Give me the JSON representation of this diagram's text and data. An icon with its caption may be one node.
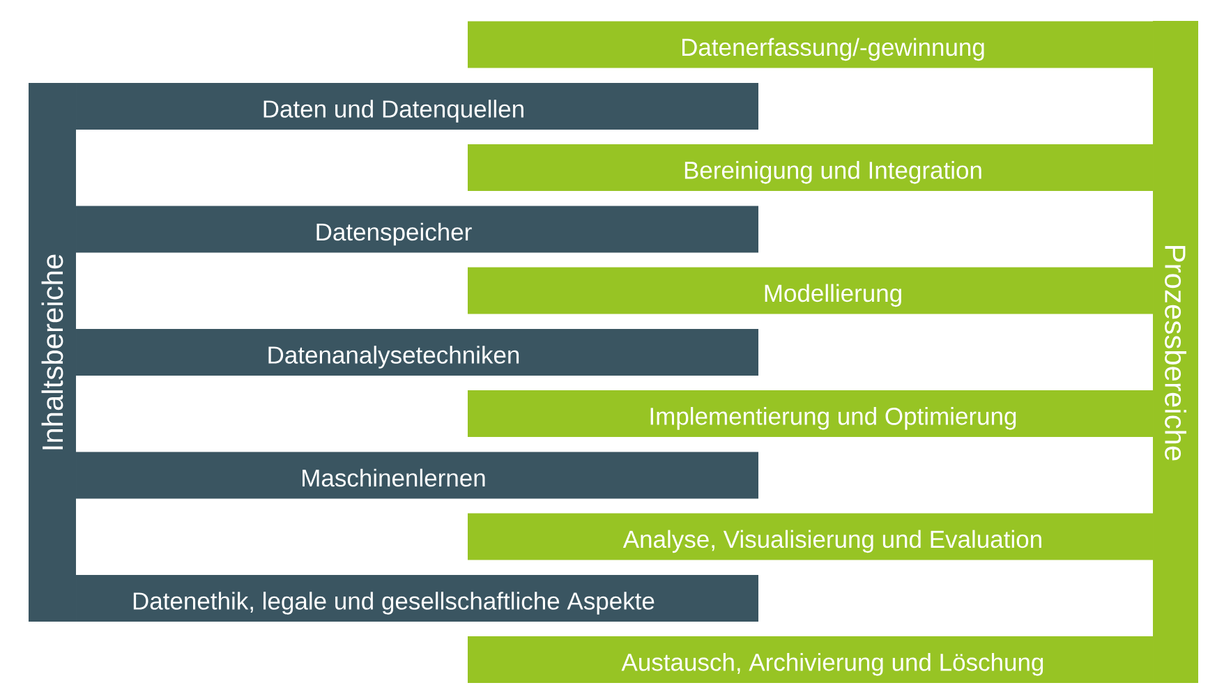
{
  "diagram": {
    "nodes": [
      {
        "text": [
          "Inhaltsbereiche"
        ]
      },
      {
        "text": [
          "Daten und Datenquellen"
        ]
      },
      {
        "text": [
          "Datenspeicher"
        ]
      },
      {
        "text": [
          "Datenanalysetechniken"
        ]
      },
      {
        "text": [
          "Maschinenlernen"
        ]
      },
      {
        "text": [
          "Datenethik, legale und gesellschaftliche Aspekte"
        ]
      },
      {
        "text": [
          "Prozessbereiche"
        ]
      },
      {
        "text": [
          "Datenerfassung/-gewinnung"
        ]
      },
      {
        "text": [
          "Bereinigung und Integration"
        ]
      },
      {
        "text": [
          "Modellierung"
        ]
      },
      {
        "text": [
          "Implementierung und Optimierung"
        ]
      },
      {
        "text": [
          "Analyse, Visualisierung und Evaluation"
        ]
      },
      {
        "text": [
          "Austausch, Archivierung und Löschung"
        ]
      }
    ]
  }
}
